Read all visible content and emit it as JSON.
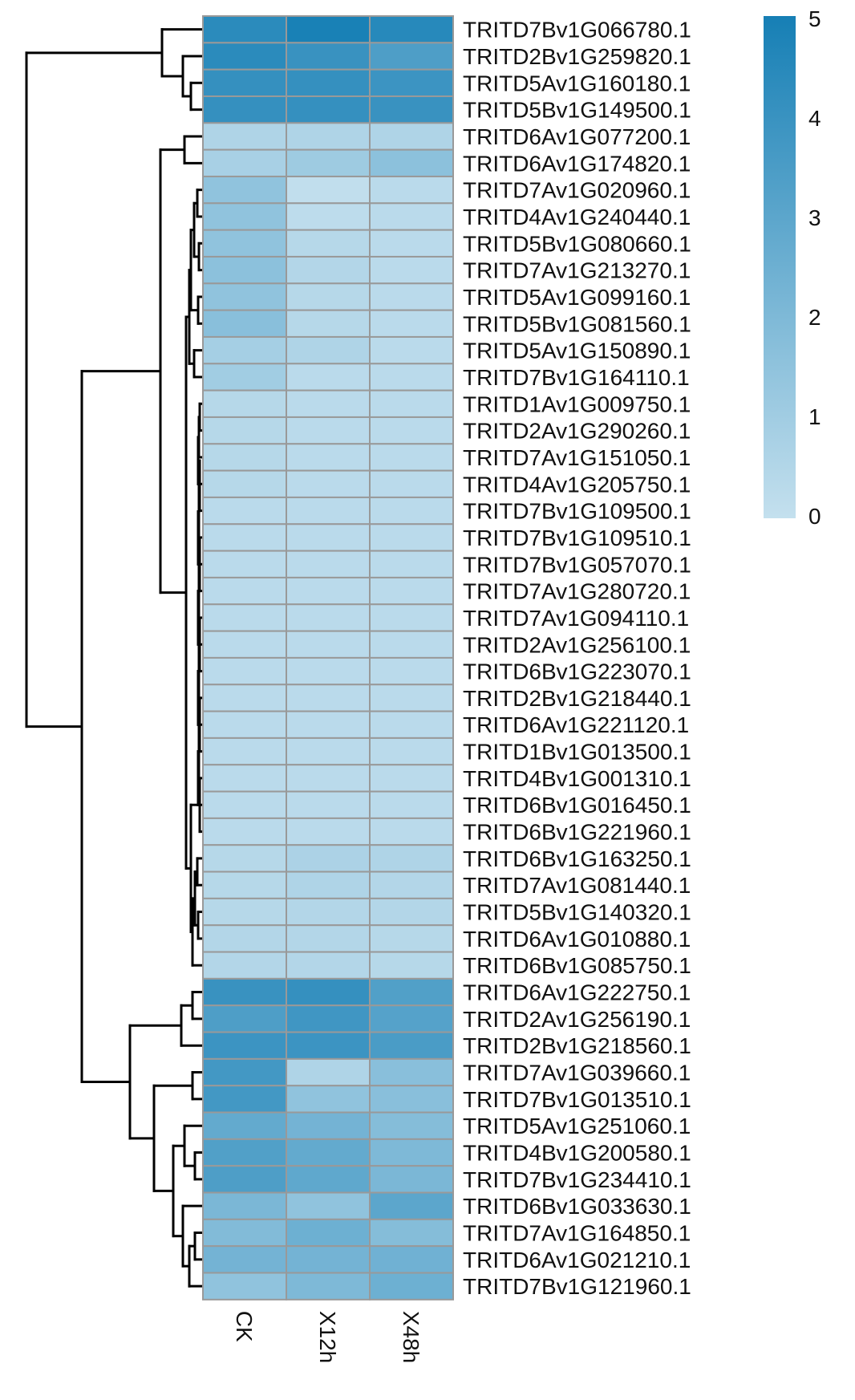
{
  "chart_data": {
    "type": "heatmap",
    "columns": [
      "CK",
      "X12h",
      "X48h"
    ],
    "rows": [
      "TRITD7Bv1G066780.1",
      "TRITD2Bv1G259820.1",
      "TRITD5Av1G160180.1",
      "TRITD5Bv1G149500.1",
      "TRITD6Av1G077200.1",
      "TRITD6Av1G174820.1",
      "TRITD7Av1G020960.1",
      "TRITD4Av1G240440.1",
      "TRITD5Bv1G080660.1",
      "TRITD7Av1G213270.1",
      "TRITD5Av1G099160.1",
      "TRITD5Bv1G081560.1",
      "TRITD5Av1G150890.1",
      "TRITD7Bv1G164110.1",
      "TRITD1Av1G009750.1",
      "TRITD2Av1G290260.1",
      "TRITD7Av1G151050.1",
      "TRITD4Av1G205750.1",
      "TRITD7Bv1G109500.1",
      "TRITD7Bv1G109510.1",
      "TRITD7Bv1G057070.1",
      "TRITD7Av1G280720.1",
      "TRITD7Av1G094110.1",
      "TRITD2Av1G256100.1",
      "TRITD6Bv1G223070.1",
      "TRITD2Bv1G218440.1",
      "TRITD6Av1G221120.1",
      "TRITD1Bv1G013500.1",
      "TRITD4Bv1G001310.1",
      "TRITD6Bv1G016450.1",
      "TRITD6Bv1G221960.1",
      "TRITD6Bv1G163250.1",
      "TRITD7Av1G081440.1",
      "TRITD5Bv1G140320.1",
      "TRITD6Av1G010880.1",
      "TRITD6Bv1G085750.1",
      "TRITD6Av1G222750.1",
      "TRITD2Av1G256190.1",
      "TRITD2Bv1G218560.1",
      "TRITD7Av1G039660.1",
      "TRITD7Bv1G013510.1",
      "TRITD5Av1G251060.1",
      "TRITD4Bv1G200580.1",
      "TRITD7Bv1G234410.1",
      "TRITD6Bv1G033630.1",
      "TRITD7Av1G164850.1",
      "TRITD6Av1G021210.1",
      "TRITD7Bv1G121960.1"
    ],
    "values": [
      [
        4.4,
        4.9,
        4.5
      ],
      [
        4.4,
        4.0,
        3.4
      ],
      [
        4.1,
        4.1,
        3.9
      ],
      [
        4.1,
        4.1,
        4.0
      ],
      [
        0.6,
        0.6,
        0.6
      ],
      [
        0.8,
        1.1,
        1.6
      ],
      [
        1.5,
        0.1,
        0.3
      ],
      [
        1.5,
        0.2,
        0.3
      ],
      [
        1.5,
        0.4,
        0.3
      ],
      [
        1.6,
        0.5,
        0.3
      ],
      [
        1.5,
        0.4,
        0.3
      ],
      [
        1.7,
        0.4,
        0.3
      ],
      [
        0.9,
        0.6,
        0.3
      ],
      [
        1.0,
        0.3,
        0.3
      ],
      [
        0.4,
        0.3,
        0.3
      ],
      [
        0.4,
        0.3,
        0.3
      ],
      [
        0.4,
        0.3,
        0.3
      ],
      [
        0.4,
        0.3,
        0.3
      ],
      [
        0.3,
        0.3,
        0.3
      ],
      [
        0.3,
        0.3,
        0.3
      ],
      [
        0.3,
        0.3,
        0.3
      ],
      [
        0.3,
        0.3,
        0.3
      ],
      [
        0.3,
        0.3,
        0.3
      ],
      [
        0.3,
        0.3,
        0.3
      ],
      [
        0.3,
        0.3,
        0.3
      ],
      [
        0.3,
        0.3,
        0.3
      ],
      [
        0.3,
        0.3,
        0.3
      ],
      [
        0.3,
        0.3,
        0.3
      ],
      [
        0.3,
        0.3,
        0.3
      ],
      [
        0.3,
        0.3,
        0.3
      ],
      [
        0.3,
        0.3,
        0.3
      ],
      [
        0.4,
        0.7,
        0.6
      ],
      [
        0.4,
        0.6,
        0.5
      ],
      [
        0.4,
        0.5,
        0.5
      ],
      [
        0.5,
        0.5,
        0.4
      ],
      [
        0.5,
        0.5,
        0.4
      ],
      [
        4.0,
        4.1,
        3.3
      ],
      [
        3.4,
        3.8,
        3.2
      ],
      [
        3.9,
        3.9,
        3.5
      ],
      [
        3.7,
        0.6,
        1.7
      ],
      [
        3.7,
        1.5,
        1.7
      ],
      [
        2.8,
        2.3,
        1.8
      ],
      [
        3.3,
        2.8,
        2.0
      ],
      [
        3.4,
        2.9,
        2.1
      ],
      [
        2.1,
        1.5,
        3.0
      ],
      [
        1.9,
        2.5,
        1.8
      ],
      [
        2.3,
        2.3,
        2.4
      ],
      [
        1.5,
        2.0,
        2.5
      ]
    ],
    "color_scale": {
      "min": 0,
      "max": 5,
      "low_color": "#c4e0ee",
      "high_color": "#167fb5"
    },
    "legend_ticks": [
      "0",
      "1",
      "2",
      "3",
      "4",
      "5"
    ],
    "legend_position": "top-right",
    "cell_border_color": "#999999",
    "dendrogram": "rows"
  }
}
